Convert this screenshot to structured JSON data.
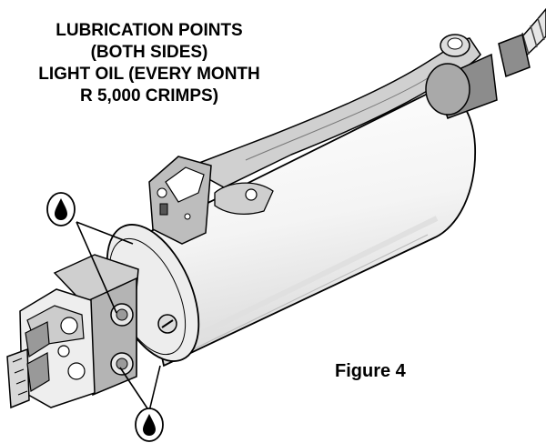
{
  "heading": {
    "lines": [
      "LUBRICATION POINTS",
      "(BOTH SIDES)",
      "LIGHT OIL (EVERY MONTH",
      "R 5,000 CRIMPS)"
    ]
  },
  "figure_label": "Figure 4",
  "icons": {
    "upper_callout": "oil-drop-icon",
    "lower_callout": "oil-drop-icon"
  }
}
